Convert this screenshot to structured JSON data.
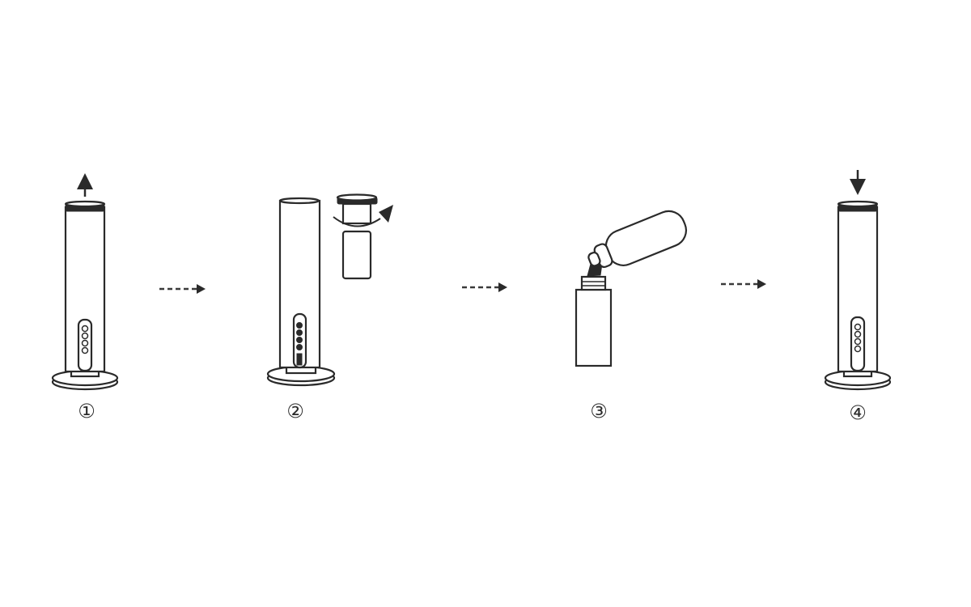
{
  "diagram": {
    "steps": [
      {
        "label": "①",
        "action": "lift-top-cap"
      },
      {
        "label": "②",
        "action": "unscrew-cartridge"
      },
      {
        "label": "③",
        "action": "pour-oil-into-bottle"
      },
      {
        "label": "④",
        "action": "replace-top-cap"
      }
    ],
    "colors": {
      "line": "#2a2a2a",
      "background": "#ffffff"
    }
  }
}
